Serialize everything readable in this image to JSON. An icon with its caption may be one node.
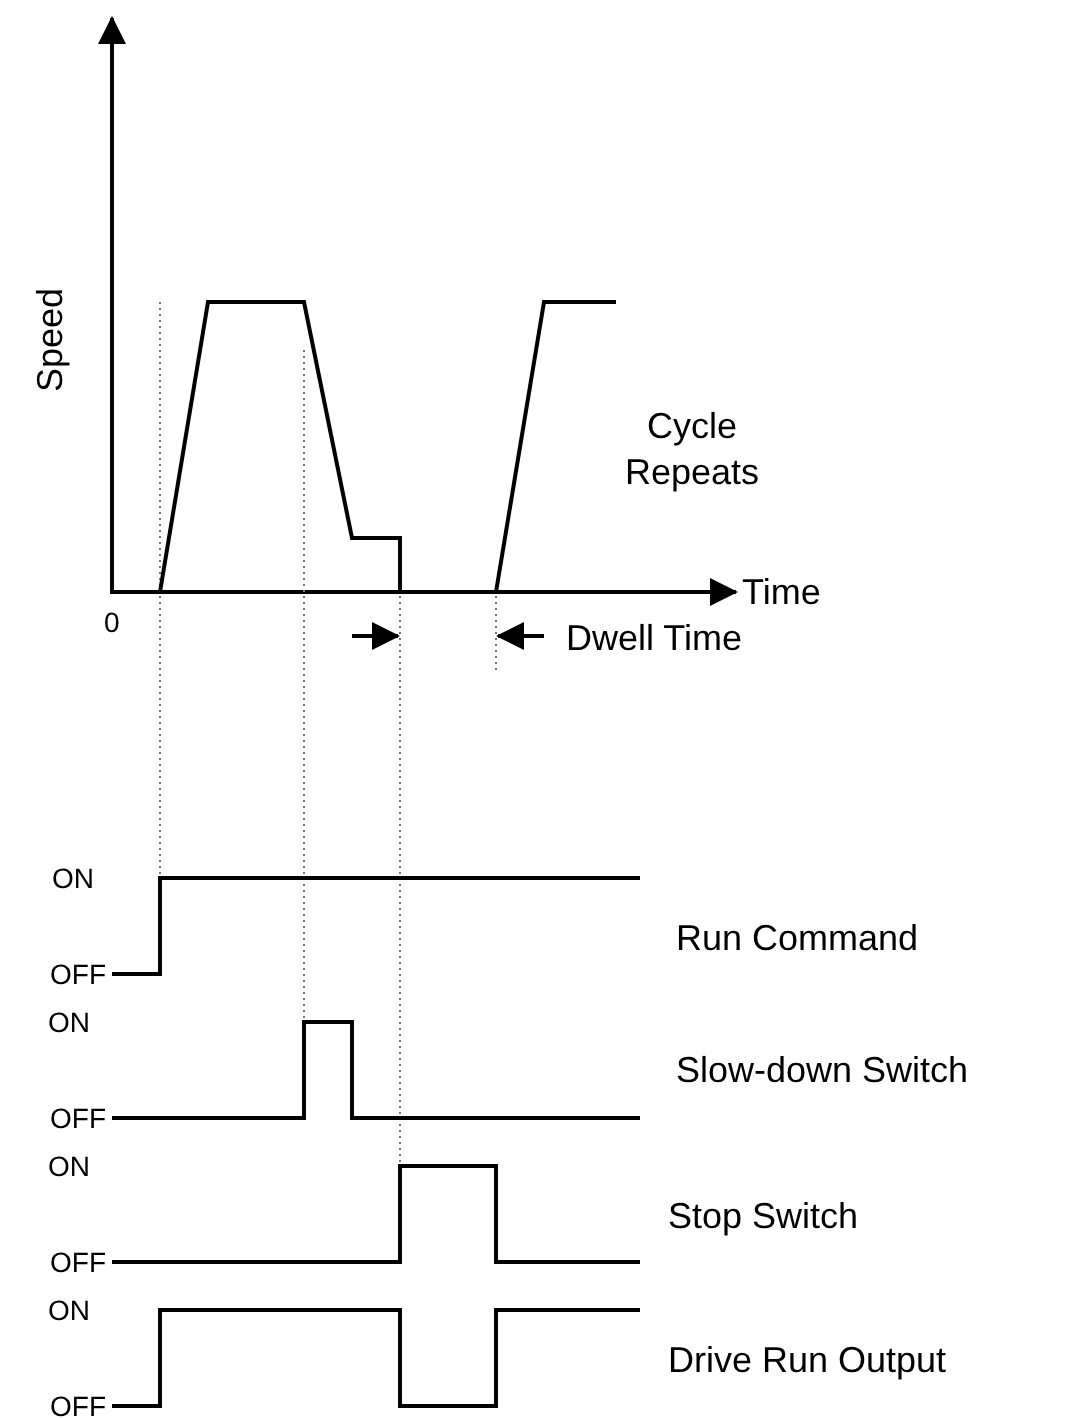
{
  "diagram": {
    "labels": [
      "Speed",
      "Cycle Repeats",
      "Time",
      "0",
      "Dwell Time",
      "ON",
      "Run Command",
      "OFF",
      "ON",
      "Slow-down Switch",
      "OFF",
      "ON",
      "Stop Switch",
      "OFF",
      "ON",
      "Drive Run Output",
      "OFF"
    ]
  }
}
